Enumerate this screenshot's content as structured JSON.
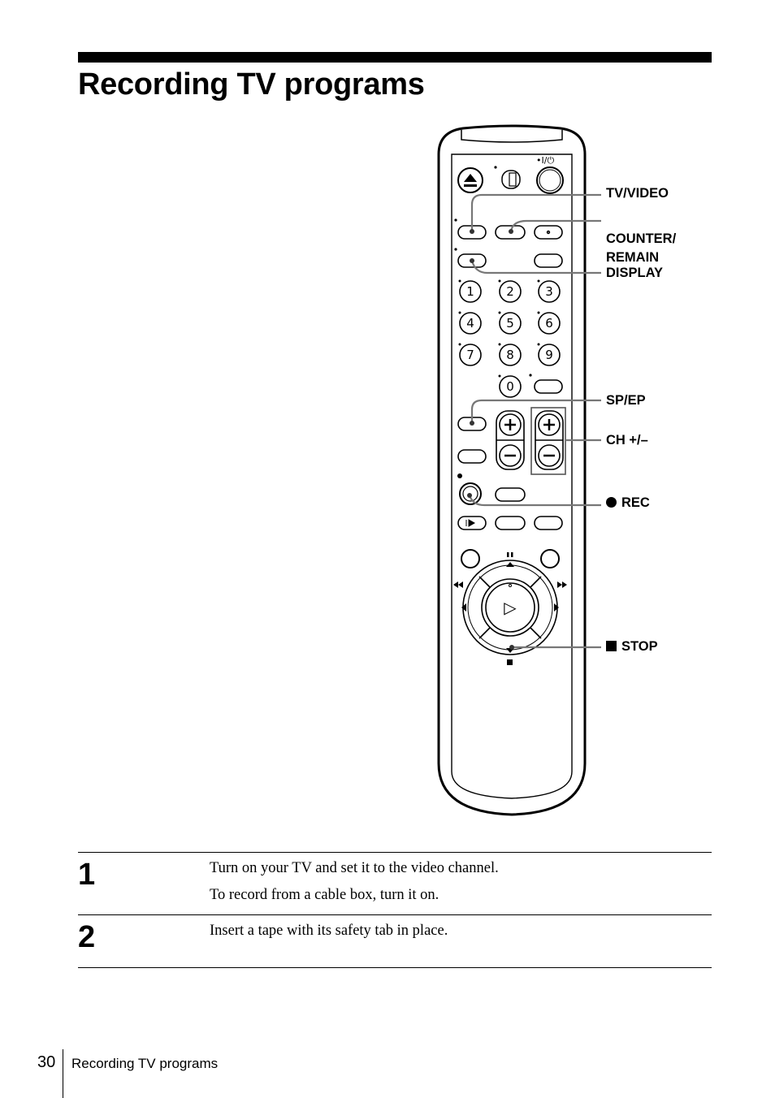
{
  "page": {
    "title": "Recording TV programs",
    "page_number": "30",
    "footer_label": "Recording TV programs"
  },
  "remote": {
    "power_label": "•I/⏻",
    "digits": [
      "1",
      "2",
      "3",
      "4",
      "5",
      "6",
      "7",
      "8",
      "9",
      "0"
    ],
    "play_arrow": "▷"
  },
  "callouts": [
    {
      "name": "tv-video",
      "label": "TV/VIDEO",
      "symbol": ""
    },
    {
      "name": "counter-remain",
      "label": "COUNTER/\nREMAIN",
      "symbol": ""
    },
    {
      "name": "display",
      "label": "DISPLAY",
      "symbol": ""
    },
    {
      "name": "sp-ep",
      "label": "SP/EP",
      "symbol": ""
    },
    {
      "name": "ch",
      "label": "CH +/–",
      "symbol": ""
    },
    {
      "name": "rec",
      "label": "REC",
      "symbol": "record-dot-icon"
    },
    {
      "name": "stop",
      "label": "STOP",
      "symbol": "stop-square-icon"
    }
  ],
  "steps": [
    {
      "number": "1",
      "lines": [
        "Turn on your TV and set it to the video channel.",
        "To record from a cable box, turn it on."
      ]
    },
    {
      "number": "2",
      "lines": [
        "Insert a tape with its safety tab in place."
      ]
    }
  ]
}
